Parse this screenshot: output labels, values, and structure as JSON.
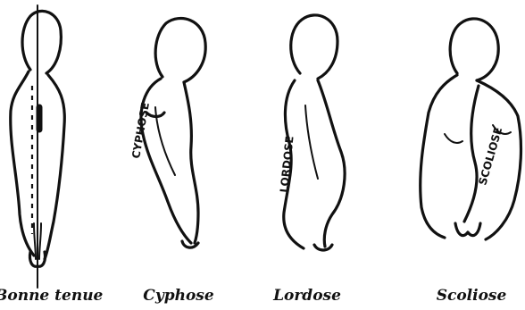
{
  "figures": [
    {
      "caption": "Bonne tenue",
      "spine_label": ""
    },
    {
      "caption": "Cyphose",
      "spine_label": "CYPHOSE"
    },
    {
      "caption": "Lordose",
      "spine_label": "LORDOSE"
    },
    {
      "caption": "Scoliose",
      "spine_label": "SCOLIOSE"
    }
  ],
  "colors": {
    "ink": "#111111",
    "background": "#ffffff"
  }
}
